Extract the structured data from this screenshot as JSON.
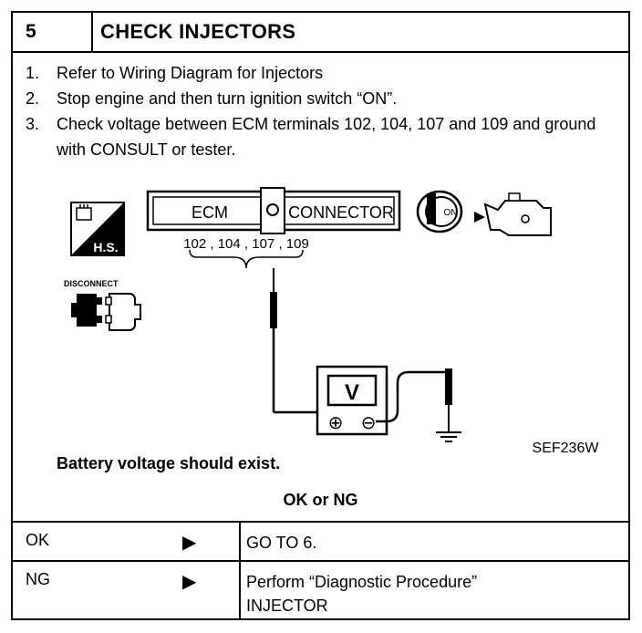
{
  "step": {
    "number": "5",
    "title": "CHECK INJECTORS"
  },
  "instructions": [
    {
      "num": "1.",
      "text": "Refer to Wiring Diagram for Injectors"
    },
    {
      "num": "2.",
      "text": "Stop engine and then turn ignition switch “ON”."
    },
    {
      "num": "3.",
      "text": "Check voltage between ECM terminals 102, 104, 107 and 109 and ground with CONSULT or tester."
    }
  ],
  "diagram": {
    "ecm_label": "ECM",
    "connector_label": "CONNECTOR",
    "terminals_label": "102 , 104 , 107 , 109",
    "hs_label": "H.S.",
    "disconnect_label": "DISCONNECT",
    "on_label": "ON",
    "meter_label": "V",
    "plus_symbol": "⊕",
    "minus_symbol": "⊖",
    "figure_code": "SEF236W",
    "icons": [
      "harness-side-icon",
      "disconnect-connector-icon",
      "ignition-key-icon",
      "engine-icon",
      "voltmeter-icon",
      "ground-symbol-icon"
    ]
  },
  "expected_result": "Battery voltage should exist.",
  "ok_or_ng": "OK or NG",
  "results": [
    {
      "label": "OK",
      "arrow": "▶",
      "action": "GO TO 6."
    },
    {
      "label": "NG",
      "arrow": "▶",
      "action_line1": "Perform “Diagnostic Procedure”",
      "action_line2": "INJECTOR"
    }
  ]
}
